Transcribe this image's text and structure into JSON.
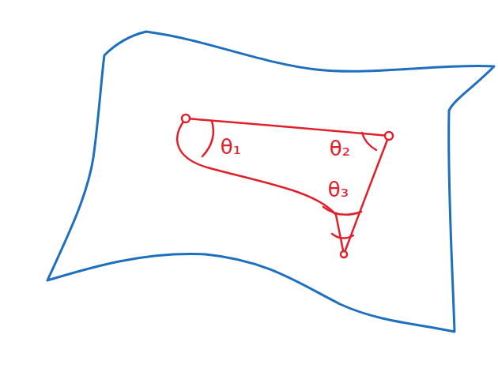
{
  "diagram": {
    "labels": [
      "θ₁",
      "θ₂",
      "θ₃"
    ]
  }
}
